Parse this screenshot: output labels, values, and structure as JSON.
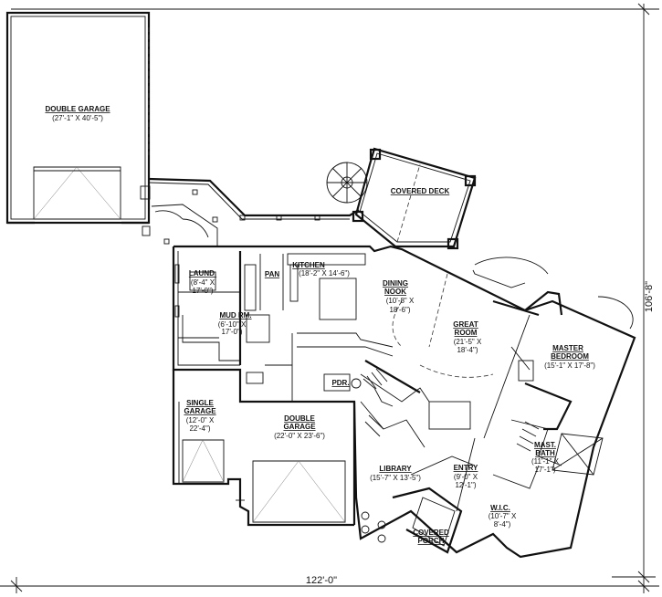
{
  "rooms": {
    "double_garage_north": {
      "name": "DOUBLE GARAGE",
      "dims": "(27'-1\" X 40'-5\")"
    },
    "covered_deck": {
      "name": "COVERED DECK",
      "line2": ""
    },
    "kitchen": {
      "name": "KITCHEN",
      "dims": "(18'-2\" X 14'-6\")"
    },
    "pan": {
      "name": "PAN"
    },
    "laund": {
      "name": "LAUND.",
      "dims1": "(8'-4\" X",
      "dims2": "17'-0\")"
    },
    "mud_rm": {
      "name": "MUD RM.",
      "dims1": "(6'-10\" X",
      "dims2": "17'-0\")"
    },
    "dining_nook": {
      "name1": "DINING",
      "name2": "NOOK",
      "dims1": "(10'-8\" X",
      "dims2": "18'-6\")"
    },
    "great_room": {
      "name1": "GREAT",
      "name2": "ROOM",
      "dims1": "(21'-5\" X",
      "dims2": "18'-4\")"
    },
    "master_bedroom": {
      "name1": "MASTER",
      "name2": "BEDROOM",
      "dims": "(15'-1\" X 17'-8\")"
    },
    "single_garage": {
      "name1": "SINGLE",
      "name2": "GARAGE",
      "dims1": "(12'-0\" X",
      "dims2": "22'-4\")"
    },
    "double_garage_south": {
      "name1": "DOUBLE",
      "name2": "GARAGE",
      "dims": "(22'-0\" X 23'-6\")"
    },
    "pdr": {
      "name": "PDR."
    },
    "library": {
      "name": "LIBRARY",
      "dims": "(15'-7\" X 13'-5\")"
    },
    "entry": {
      "name": "ENTRY",
      "dims1": "(9'-0\" X",
      "dims2": "12'-1\")"
    },
    "mast_bath": {
      "name1": "MAST.",
      "name2": "BATH",
      "dims1": "(11'-1\" X",
      "dims2": "17'-1\")"
    },
    "wic": {
      "name": "W.I.C.",
      "dims1": "(10'-7\" X",
      "dims2": "8'-4\")"
    },
    "covered_porch": {
      "name1": "COVERED",
      "name2": "PORCH"
    }
  },
  "dimensions": {
    "width": "122'-0\"",
    "depth": "106'-8\""
  }
}
